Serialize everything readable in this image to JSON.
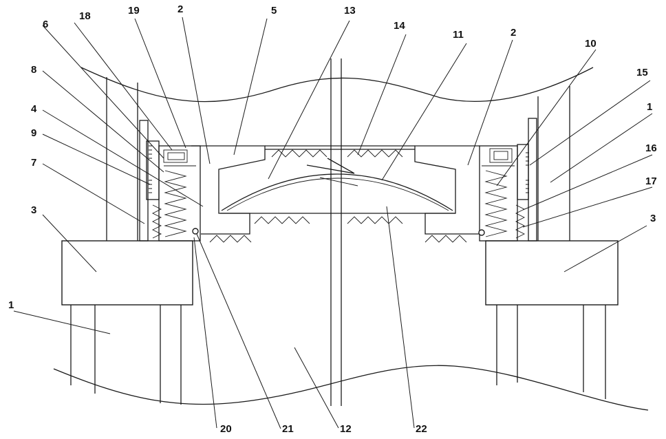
{
  "labels": {
    "l1a": "1",
    "l1b": "1",
    "l2a": "2",
    "l2b": "2",
    "l3a": "3",
    "l3b": "3",
    "l4": "4",
    "l5": "5",
    "l6": "6",
    "l7": "7",
    "l8": "8",
    "l9": "9",
    "l10": "10",
    "l11": "11",
    "l12": "12",
    "l13": "13",
    "l14": "14",
    "l15": "15",
    "l16": "16",
    "l17": "17",
    "l18": "18",
    "l19": "19",
    "l20": "20",
    "l21": "21",
    "l22": "22"
  }
}
